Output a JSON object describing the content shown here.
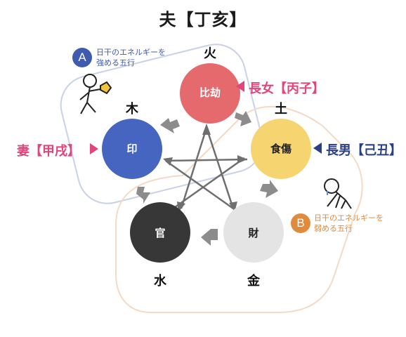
{
  "title": "夫【丁亥】",
  "nodes": {
    "hikaku": {
      "label": "比劫",
      "element": "火",
      "color": "#e56a6e"
    },
    "shokusho": {
      "label": "食傷",
      "element": "土",
      "color": "#f6d571"
    },
    "zai": {
      "label": "財",
      "element": "金",
      "color": "#e4e4e4"
    },
    "kan": {
      "label": "官",
      "element": "水",
      "color": "#373737"
    },
    "in": {
      "label": "印",
      "element": "木",
      "color": "#4665c0"
    }
  },
  "relations": {
    "wife": "妻【甲戌】",
    "eldest_daughter": "長女【丙子】",
    "eldest_son": "長男【己丑】"
  },
  "annotations": {
    "a": {
      "badge": "A",
      "line1": "日干のエネルギーを",
      "line2": "強める五行",
      "color": "#3f5bb0"
    },
    "b": {
      "badge": "B",
      "line1": "日干のエネルギーを",
      "line2": "弱める五行",
      "color": "#e08a3e"
    }
  },
  "colors": {
    "arrow": "#8c8c8c",
    "star": "#6f6f6f",
    "outline_strengthen": "#c9d1ea",
    "outline_weaken": "#f5d9c5",
    "wife_marker": "#e0457b",
    "son_marker": "#2a3f86"
  }
}
